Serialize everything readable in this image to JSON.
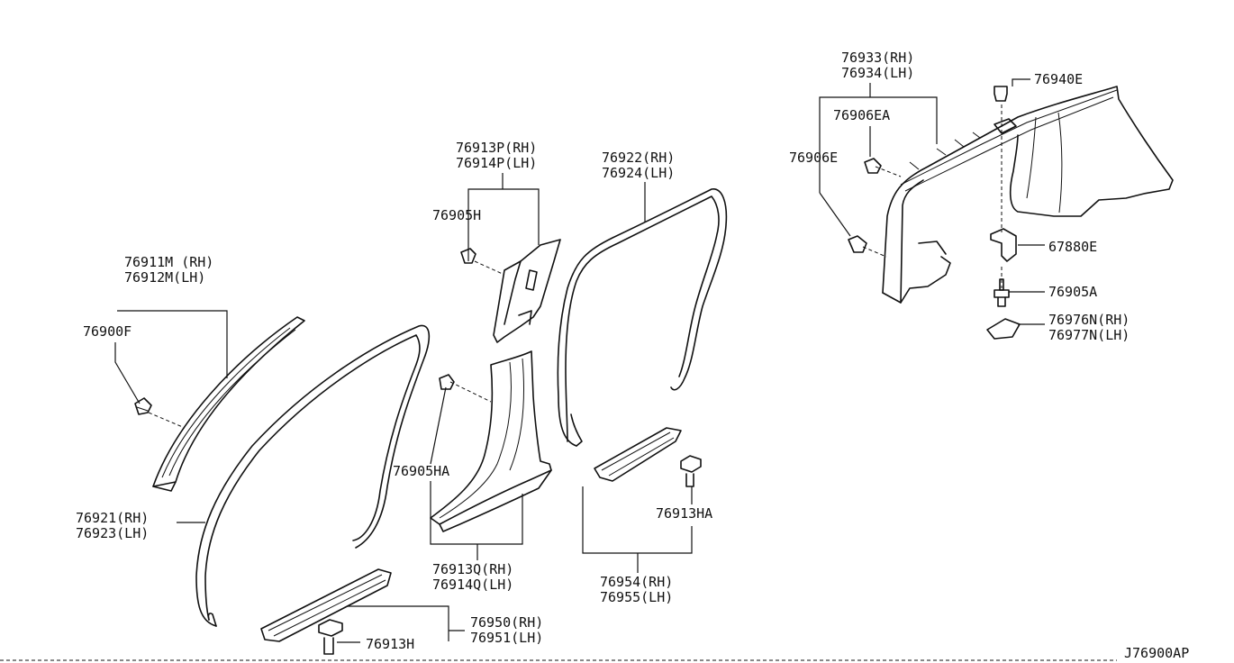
{
  "diagram_id": "J76900AP",
  "labels": {
    "p76911m": "76911M (RH)",
    "p76912m": "76912M(LH)",
    "p76900f": "76900F",
    "p76921": "76921(RH)",
    "p76923": "76923(LH)",
    "p76913p": "76913P(RH)",
    "p76914p": "76914P(LH)",
    "p76905h": "76905H",
    "p76905ha": "76905HA",
    "p76913q": "76913Q(RH)",
    "p76914q": "76914Q(LH)",
    "p76922": "76922(RH)",
    "p76924": "76924(LH)",
    "p76913ha": "76913HA",
    "p76954": "76954(RH)",
    "p76955": "76955(LH)",
    "p76950": "76950(RH)",
    "p76951": "76951(LH)",
    "p76913h": "76913H",
    "p76933": "76933(RH)",
    "p76934": "76934(LH)",
    "p76906ea": "76906EA",
    "p76906e": "76906E",
    "p76940e": "76940E",
    "p67880e": "67880E",
    "p76905a": "76905A",
    "p76976n": "76976N(RH)",
    "p76977n": "76977N(LH)"
  }
}
